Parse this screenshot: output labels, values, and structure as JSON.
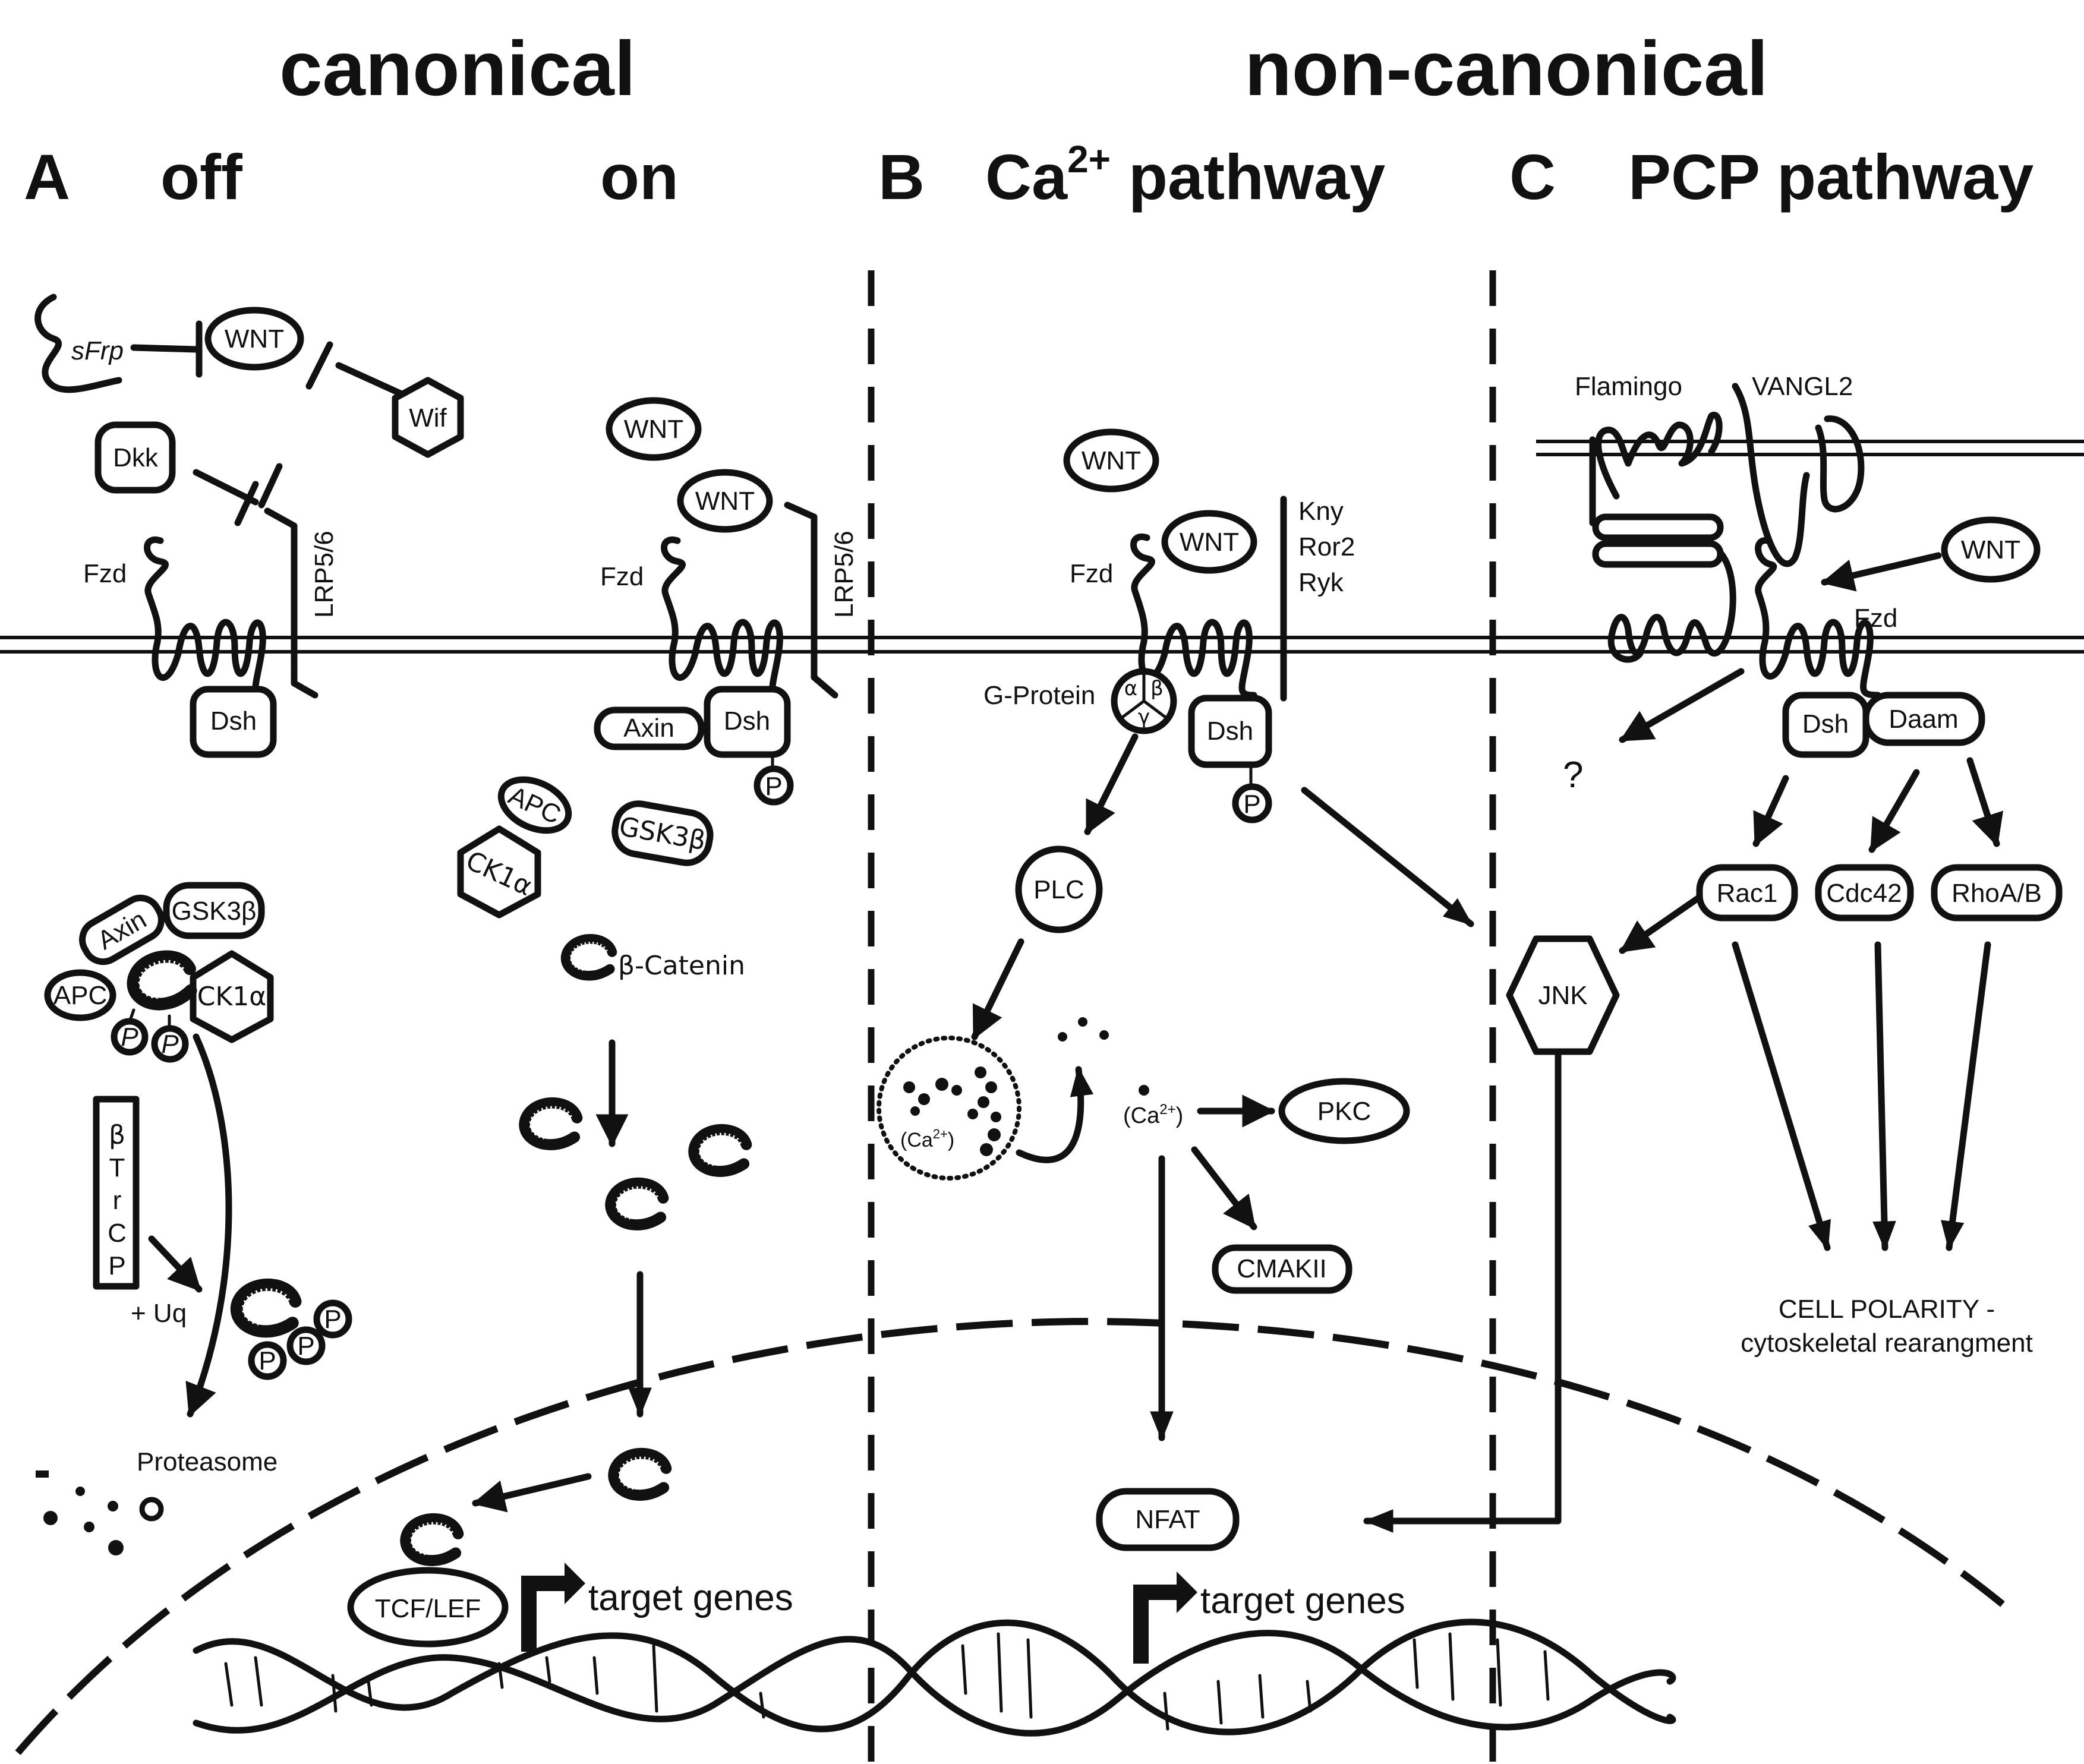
{
  "headers": {
    "canonical": "canonical",
    "non_canonical": "non-canonical",
    "panel_a": "A",
    "off": "off",
    "on": "on",
    "panel_b": "B",
    "ca_pathway": "Ca",
    "ca_sup": "2+",
    "pathway_word": " pathway",
    "panel_c": "C",
    "pcp_pathway": "PCP pathway"
  },
  "labels": {
    "sfrp": "sFrp",
    "wnt": "WNT",
    "wif": "Wif",
    "dkk": "Dkk",
    "fzd": "Fzd",
    "lrp": "LRP5/6",
    "dsh": "Dsh",
    "axin": "Axin",
    "apc": "APC",
    "gsk3b": "GSK3β",
    "ck1a": "CK1α",
    "p": "P",
    "btrcp": [
      "β",
      "T",
      "r",
      "C",
      "P"
    ],
    "uq": "+ Uq",
    "proteasome": "Proteasome",
    "bcatenin": "β-Catenin",
    "tcf_lef": "TCF/LEF",
    "target_genes": "target genes",
    "kny": "Kny",
    "ror2": "Ror2",
    "ryk": "Ryk",
    "gprotein": "G-Protein",
    "alpha": "α",
    "beta": "β",
    "gamma": "γ",
    "plc": "PLC",
    "ca_store_base": "(Ca",
    "ca_store_sup": "2+",
    "ca_store_end": ")",
    "pkc": "PKC",
    "cmakii": "CMAKII",
    "nfat": "NFAT",
    "flamingo": "Flamingo",
    "vangl2": "VANGL2",
    "daam": "Daam",
    "question": "?",
    "rac1": "Rac1",
    "cdc42": "Cdc42",
    "rhoab": "RhoA/B",
    "jnk": "JNK",
    "cell_polarity_1": "CELL POLARITY -",
    "cell_polarity_2": "cytoskeletal rearangment"
  }
}
